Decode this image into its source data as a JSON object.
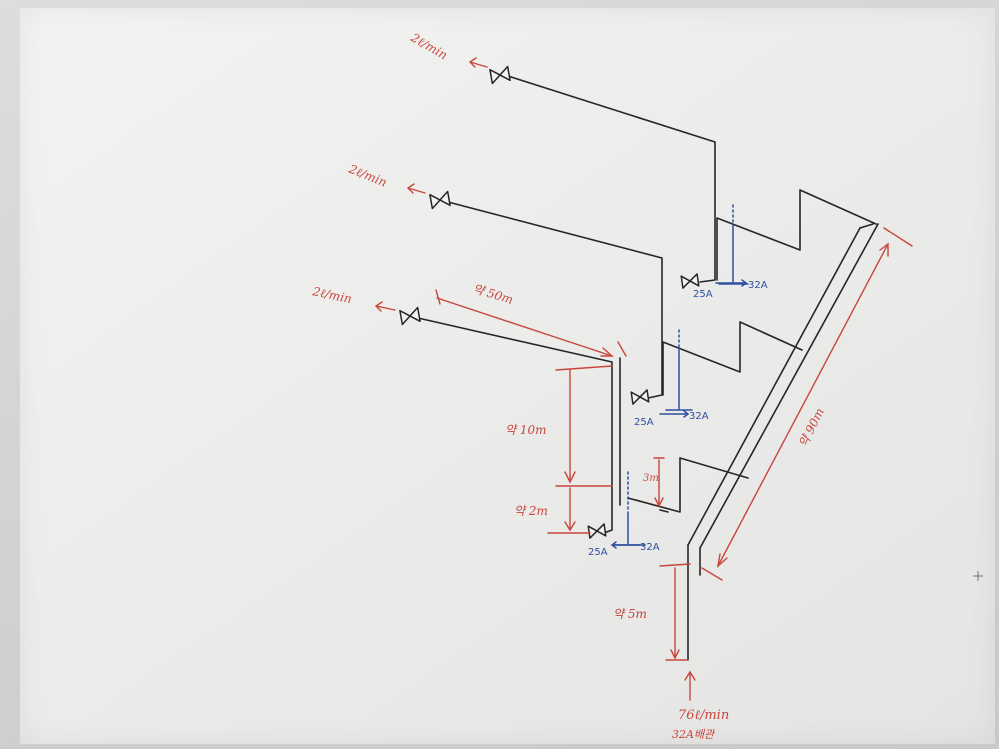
{
  "labels": {
    "flow1": "2ℓ/min",
    "flow2": "2ℓ/min",
    "flow3": "2ℓ/min",
    "len_50": "약 50m",
    "len_10": "약 10m",
    "len_2": "약 2m",
    "len_3": "3m",
    "len_5": "약 5m",
    "len_90": "약 90m",
    "in_flow": "76ℓ/min",
    "in_size": "32A배관",
    "size_a1": "25A",
    "size_b1": "32A",
    "size_a2": "25A",
    "size_b2": "32A",
    "size_a3": "25A",
    "size_b3": "32A"
  },
  "colors": {
    "pipe": "#262626",
    "dimension": "#c8463c",
    "size": "#2f4f9e",
    "paper": "#f3f3f2"
  }
}
